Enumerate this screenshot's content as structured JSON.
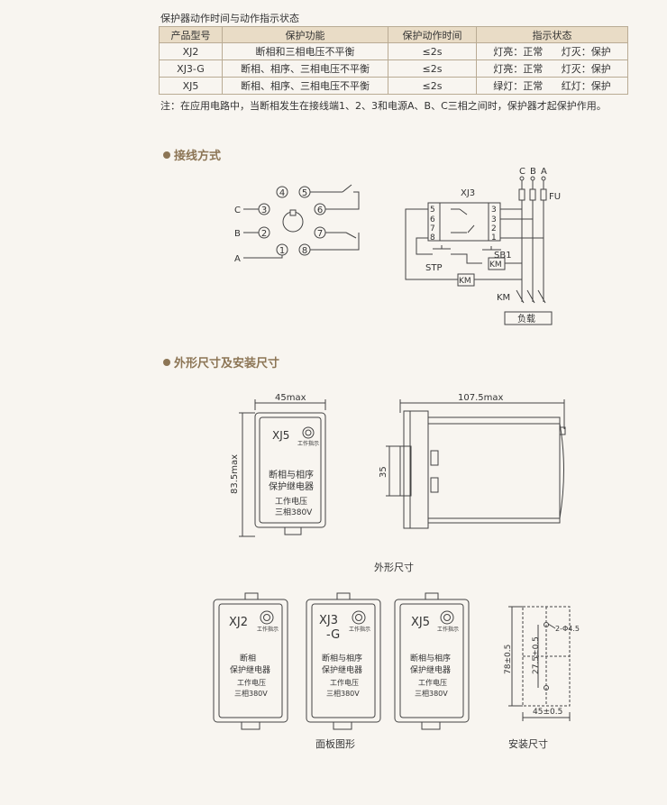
{
  "caption": "保护器动作时间与动作指示状态",
  "table": {
    "headers": [
      "产品型号",
      "保护功能",
      "保护动作时间",
      "指示状态"
    ],
    "rows": [
      {
        "model": "XJ2",
        "function": "断相和三相电压不平衡",
        "time": "≤2s",
        "status_normal": "灯亮：正常",
        "status_protect": "灯灭：保护"
      },
      {
        "model": "XJ3-G",
        "function": "断相、相序、三相电压不平衡",
        "time": "≤2s",
        "status_normal": "灯亮：正常",
        "status_protect": "灯灭：保护"
      },
      {
        "model": "XJ5",
        "function": "断相、相序、三相电压不平衡",
        "time": "≤2s",
        "status_normal": "绿灯：正常",
        "status_protect": "红灯：保护"
      }
    ]
  },
  "note": "注：在应用电路中，当断相发生在接线端1、2、3和电源A、B、C三相之间时，保护器才起保护作用。",
  "section_wiring": "接线方式",
  "section_dims": "外形尺寸及安装尺寸",
  "wiring": {
    "pins": [
      "1",
      "2",
      "3",
      "4",
      "5",
      "6",
      "7",
      "8"
    ],
    "phases": [
      "C",
      "B",
      "A"
    ],
    "fu": "FU",
    "xj3": "XJ3",
    "sb1": "SB1",
    "stp": "STP",
    "km": "KM",
    "load": "负载"
  },
  "front": {
    "width": "45max",
    "height": "83.5max",
    "model": "XJ5",
    "indicator": "工作指示",
    "line1": "断相与相序",
    "line2": "保护继电器",
    "line3": "工作电压",
    "line4": "三相380V"
  },
  "side": {
    "length": "107.5max",
    "rail": "35"
  },
  "outline_caption": "外形尺寸",
  "panels": [
    {
      "model": "XJ2",
      "line1": "断相",
      "line2": "保护继电器"
    },
    {
      "model": "XJ3\n-G",
      "line1": "断相与相序",
      "line2": "保护继电器"
    },
    {
      "model": "XJ5",
      "line1": "断相与相序",
      "line2": "保护继电器"
    }
  ],
  "panel_common": {
    "indicator": "工作指示",
    "voltage_label": "工作电压",
    "voltage_value": "三相380V"
  },
  "panel_caption": "面板图形",
  "mount": {
    "hole": "2-Φ4.5",
    "h1": "78±0.5",
    "h2": "27.5±0.5",
    "w": "45±0.5",
    "caption": "安装尺寸"
  }
}
